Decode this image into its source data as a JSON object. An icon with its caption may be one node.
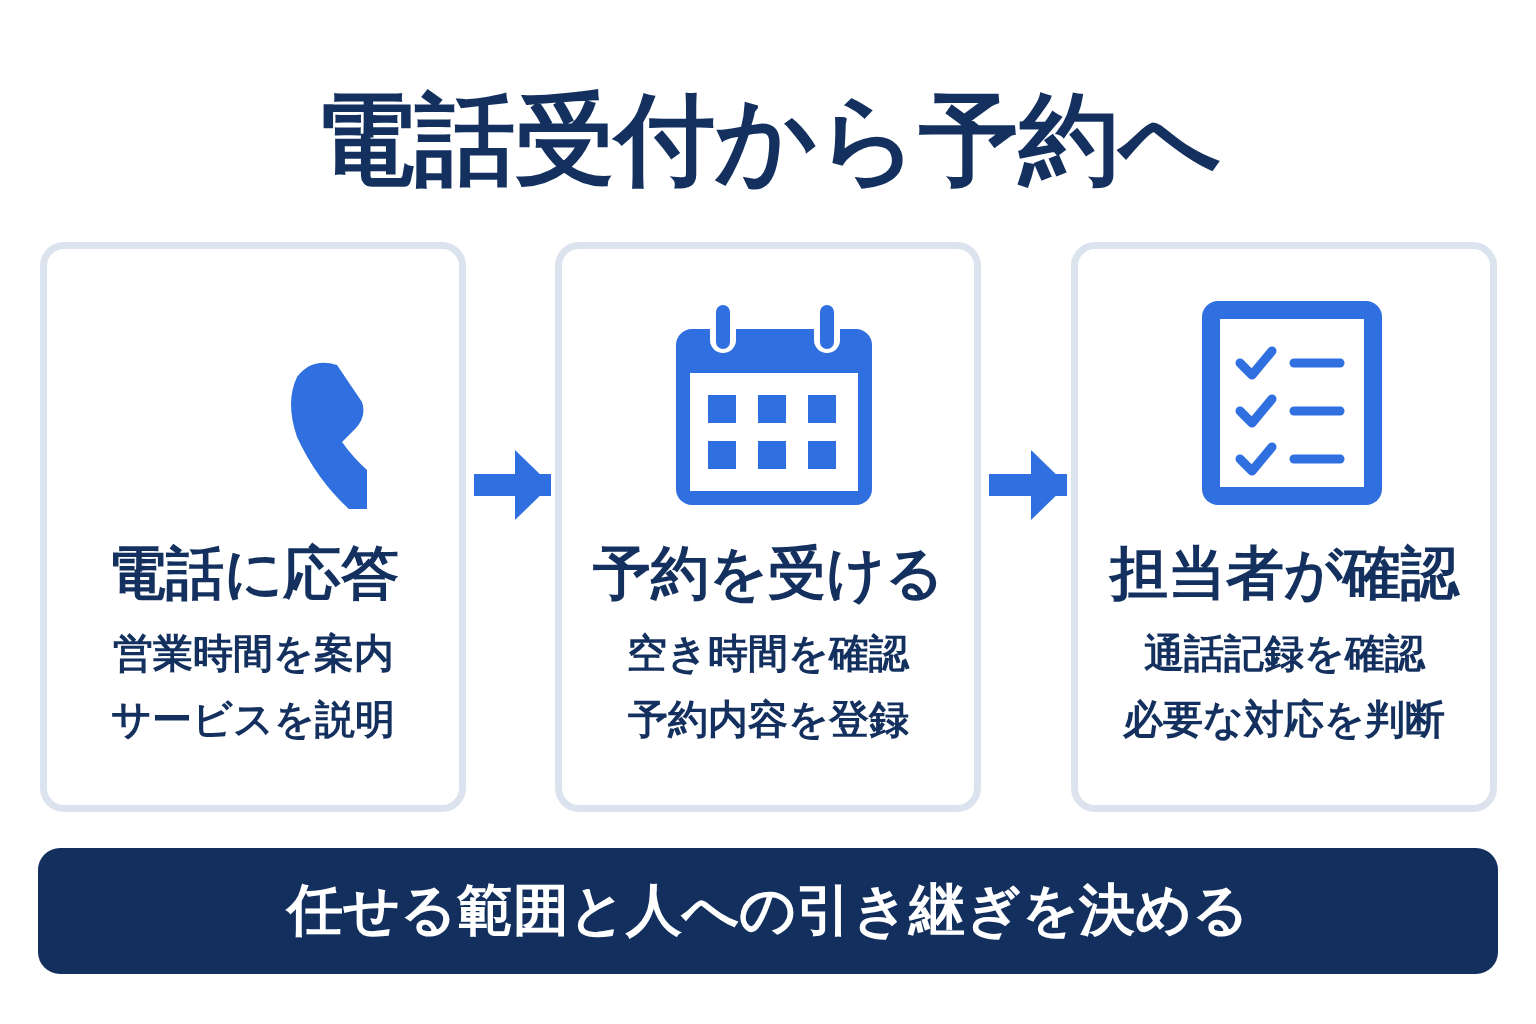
{
  "diagram": {
    "title": "電話受付から予約へ",
    "nodes": [
      {
        "text": [
          "電話に応答",
          "営業時間を案内",
          "サービスを説明"
        ]
      },
      {
        "text": [
          "予約を受ける",
          "空き時間を確認",
          "予約内容を登録"
        ]
      },
      {
        "text": [
          "担当者が確認",
          "通話記録を確認",
          "必要な対応を判断"
        ]
      },
      {
        "text": [
          "任せる範囲と人への引き継ぎを決める"
        ]
      }
    ],
    "edges": [
      {
        "from": 0,
        "to": 1,
        "arrow": "to"
      },
      {
        "from": 1,
        "to": 2,
        "arrow": "to"
      }
    ]
  }
}
